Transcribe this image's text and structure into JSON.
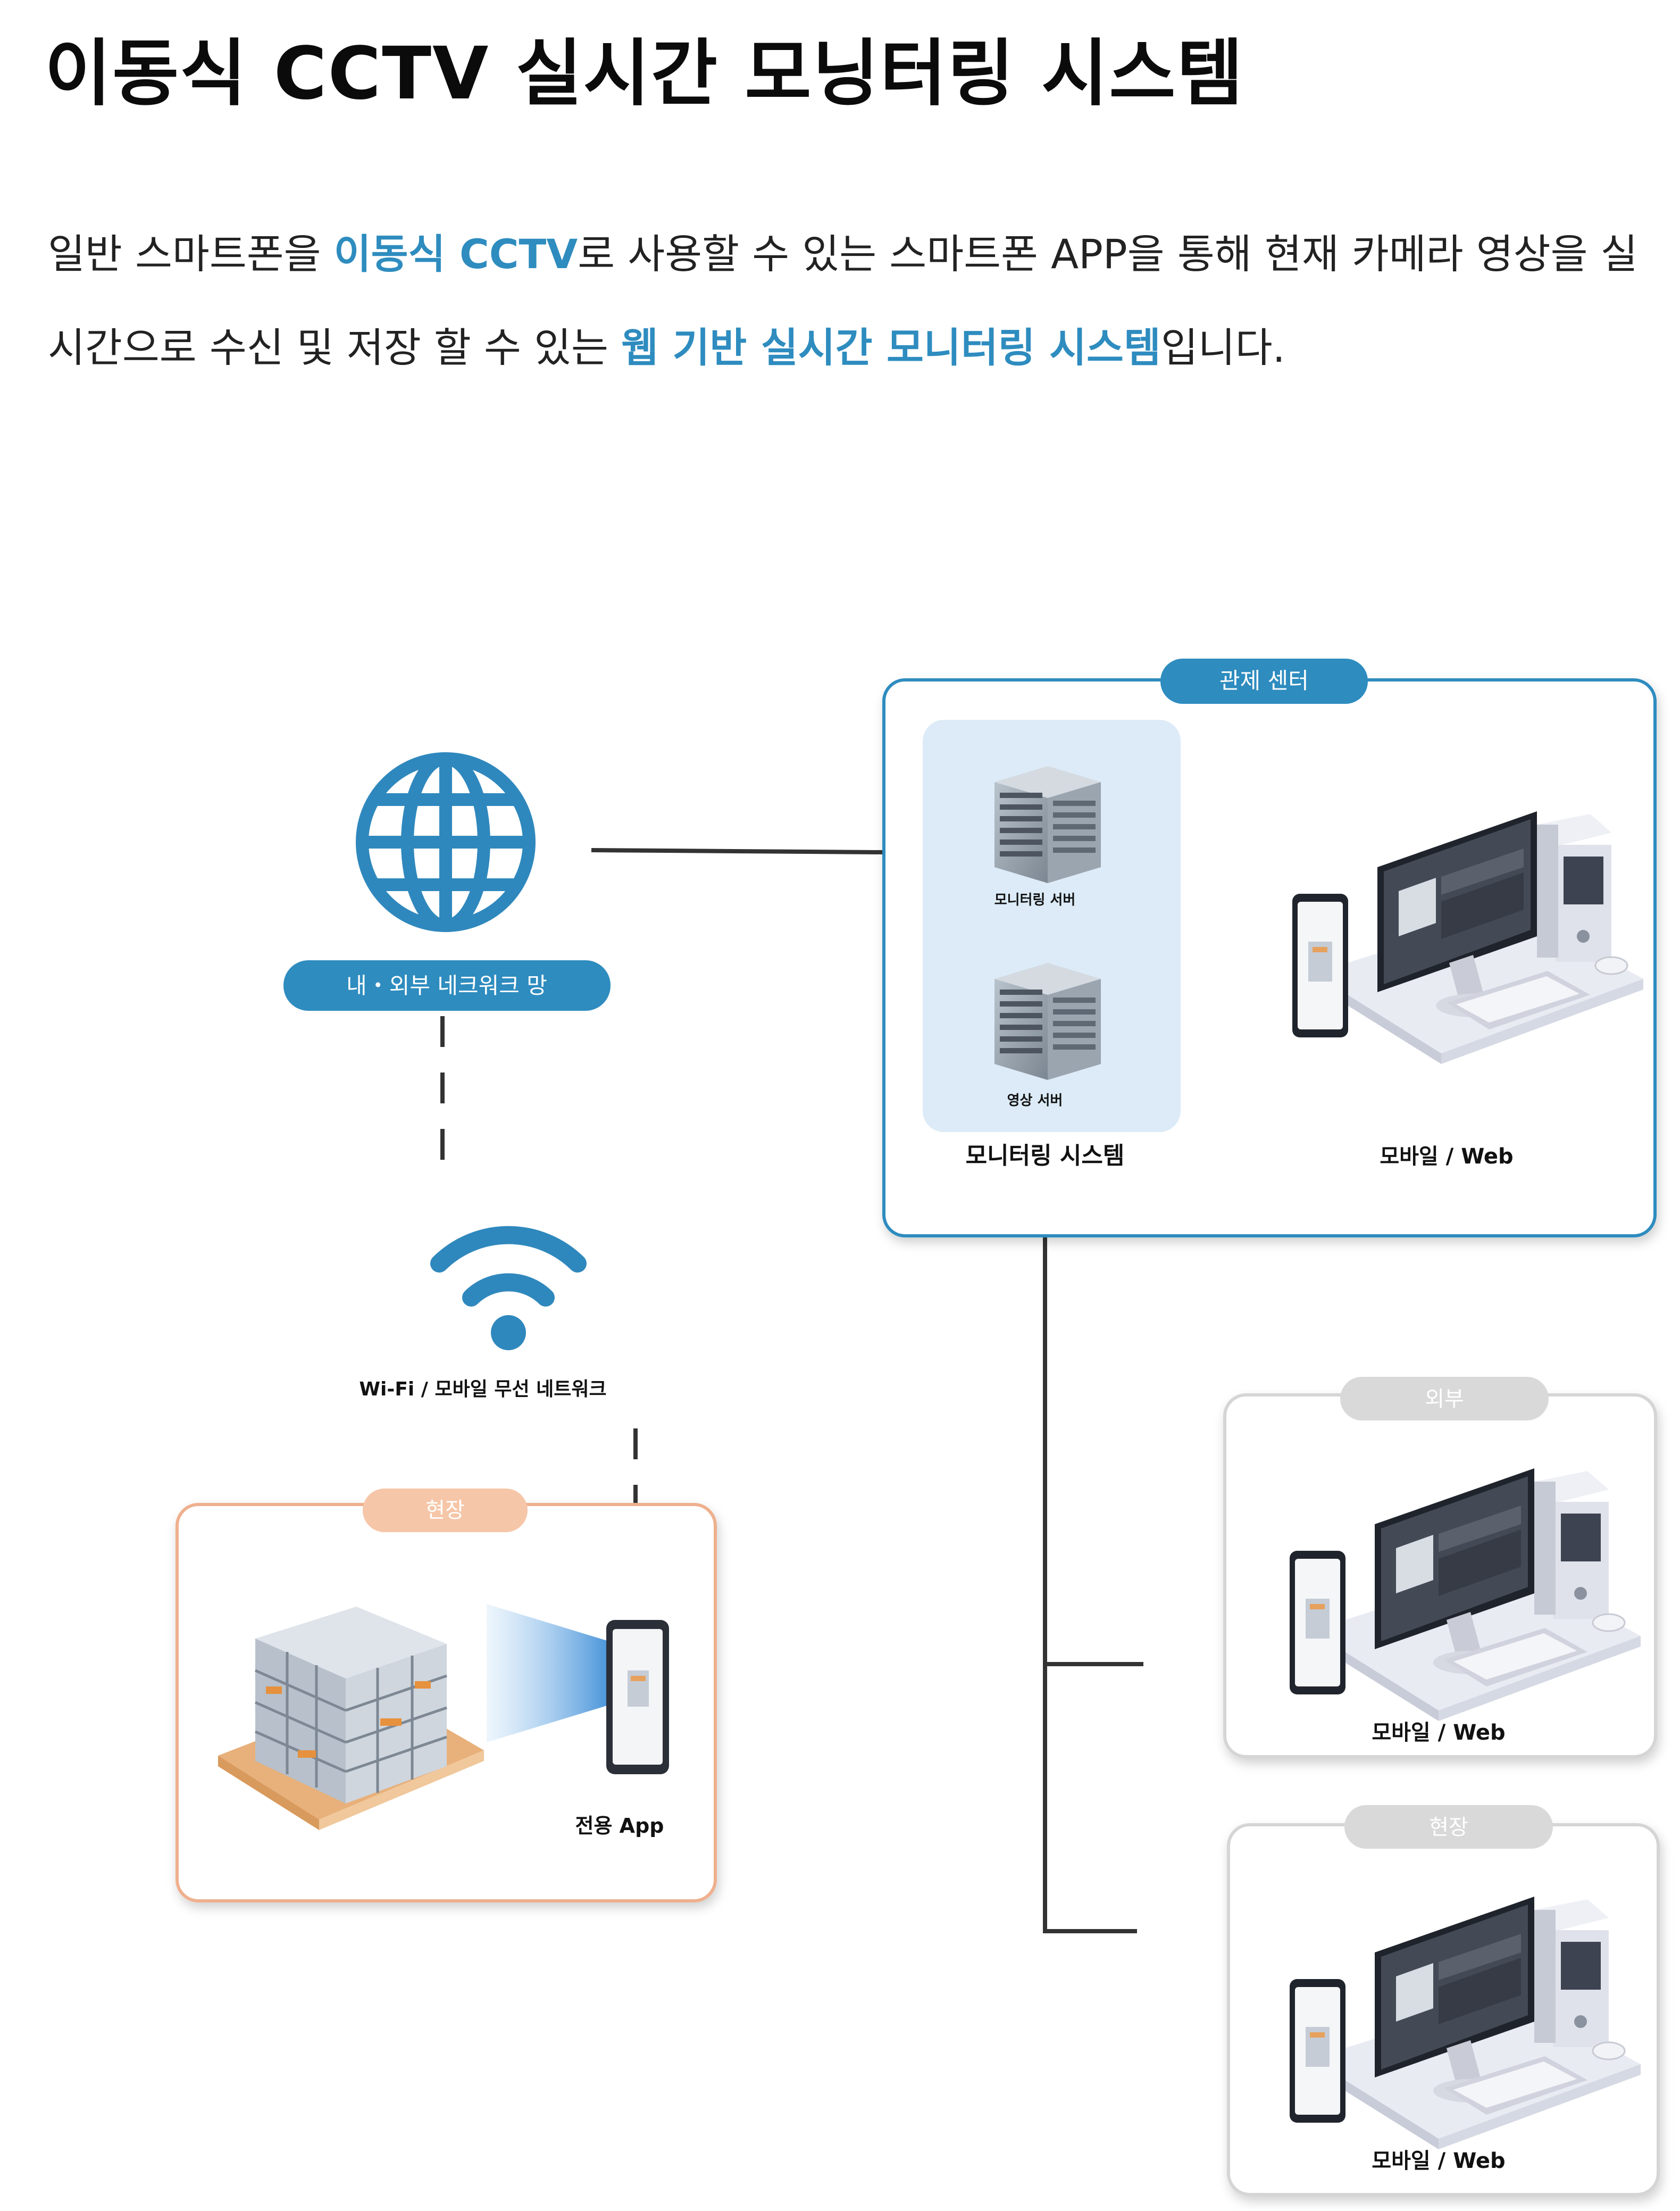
{
  "title": "이동식 CCTV 실시간 모닝터링 시스템",
  "description": {
    "part1": "일반 스마트폰을 ",
    "highlight1": "이동식 CCTV",
    "part2": "로 사용할 수 있는 스마트폰 APP을 통해 현재 카메라 영상을 실시간으로 수신 및 저장 할 수 있는 ",
    "highlight2": "웹 기반 실시간 모니터링 시스템",
    "part3": "입니다."
  },
  "colors": {
    "accent": "#2e8cbf",
    "site_border": "#efb08e",
    "site_pill": "#f6c6a8",
    "gray_pill": "#d9d9d9",
    "panel_blue": "#dcebf7"
  },
  "diagram": {
    "network": {
      "icon": "globe-icon",
      "label": "내・외부 네크워크 망"
    },
    "wireless": {
      "icon": "wifi-icon",
      "label": "Wi-Fi / 모바일 무선 네트워크"
    },
    "site_box": {
      "tag": "현장",
      "app_label": "전용 App"
    },
    "control_center": {
      "tag": "관제 센터",
      "monitoring_server": "모니터링 서버",
      "video_server": "영상 서버",
      "system_label": "모니터링 시스템",
      "client_label": "모바일 / Web"
    },
    "external_box": {
      "tag": "외부",
      "client_label": "모바일 / Web"
    },
    "field_box": {
      "tag": "현장",
      "client_label": "모바일 / Web"
    }
  }
}
